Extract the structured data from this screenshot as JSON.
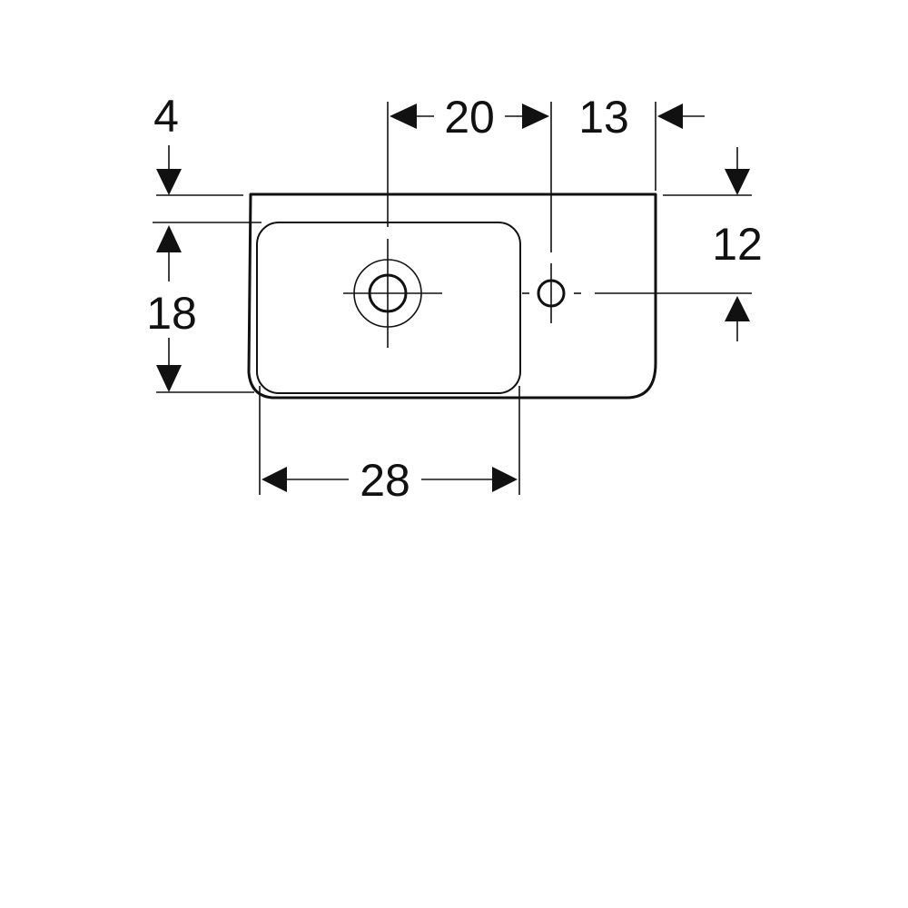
{
  "colors": {
    "line": "#111111",
    "background": "#ffffff"
  },
  "dimensions": {
    "rim_depth": "4",
    "tap_hole_offset": "20",
    "side_offset": "13",
    "tap_hole_depth": "12",
    "bowl_depth": "18",
    "bowl_width": "28"
  }
}
